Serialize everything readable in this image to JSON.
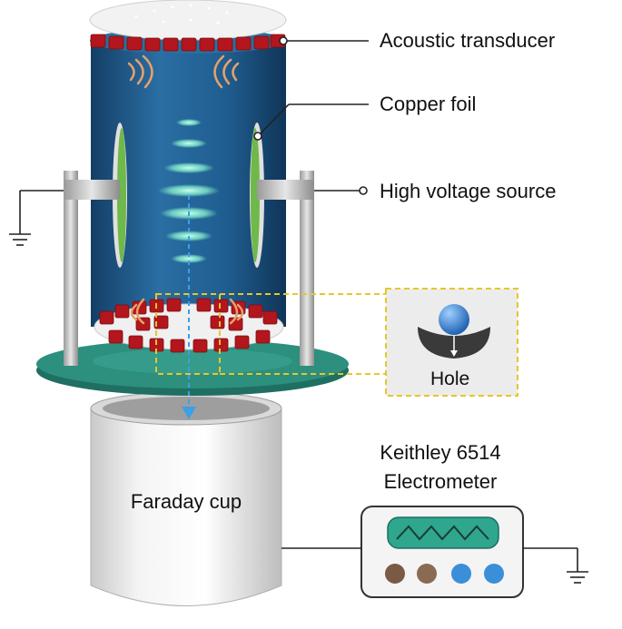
{
  "labels": {
    "acoustic_transducer": "Acoustic  transducer",
    "copper_foil": "Copper foil",
    "high_voltage_source": "High voltage source",
    "hole": "Hole",
    "electrometer_line1": "Keithley 6514",
    "electrometer_line2": "Electrometer",
    "faraday_cup": "Faraday cup"
  },
  "colors": {
    "cylinder_blue": "#1f5d8f",
    "transducer_red": "#b3161c",
    "platform_teal": "#2d8f7e",
    "copper_foil_green": "#6fb84a",
    "droplet_glow": "#8fe8d0",
    "sample_ball_blue": "#2f7fd0",
    "knob_brown": "#7a5a45",
    "knob_blue": "#3a8fd8",
    "dashed_yellow": "#e3c82a"
  }
}
